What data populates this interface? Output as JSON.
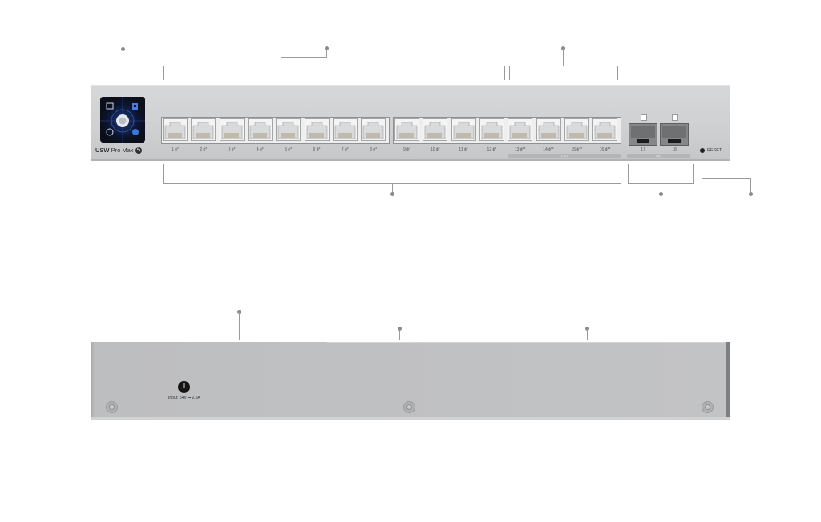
{
  "device": {
    "model_bold": "USW",
    "model_rest": "Pro Max",
    "model_badge": "ϟ"
  },
  "front": {
    "port_labels": [
      "1 ϕ*",
      "2 ϕ*",
      "3 ϕ*",
      "4 ϕ*",
      "5 ϕ*",
      "6 ϕ*",
      "7 ϕ*",
      "8 ϕ*",
      "9 ϕ*",
      "10 ϕ*",
      "11 ϕ*",
      "12 ϕ*",
      "13 ϕ**",
      "14 ϕ**",
      "15 ϕ**",
      "16 ϕ**"
    ],
    "bar_2_5g_label": "2.5G",
    "bar_10g_label": "10G",
    "sfp_labels": [
      "17",
      "18"
    ],
    "reset_label": "RESET"
  },
  "rear": {
    "power_label": "Input: 54V ⎓ 2.5A"
  },
  "colors": {
    "chassis": "#cfd0d2",
    "screen": "#0c0f1a",
    "accent_blue": "#2f6fd1"
  }
}
